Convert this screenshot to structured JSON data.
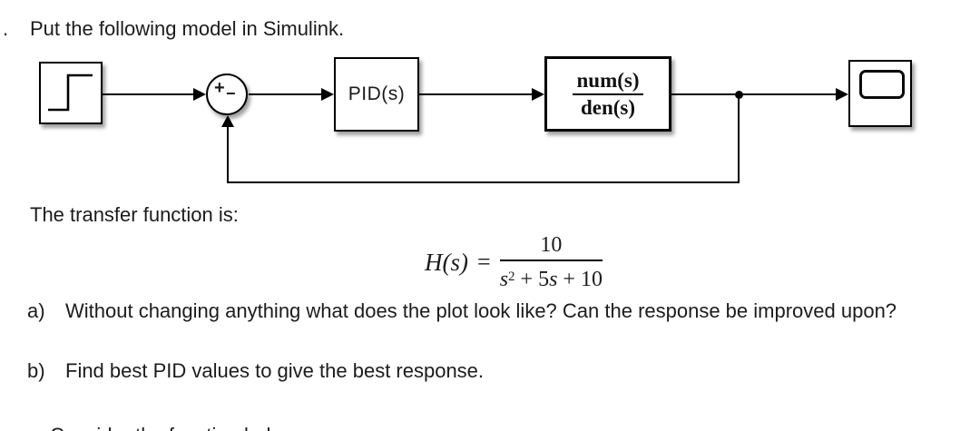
{
  "document": {
    "list_marker": ".",
    "title": "Put the following model in Simulink.",
    "transfer_function_intro": "The transfer function is:",
    "formula": {
      "lhs": "H(s)",
      "equals": "=",
      "numerator": "10",
      "den_var1": "s",
      "den_exponent": "2",
      "den_mid": " + 5",
      "den_var2": "s",
      "den_tail": " + 10"
    },
    "questions": [
      {
        "marker": "a)",
        "text": "Without changing anything what does the plot look like? Can the response be improved upon?"
      },
      {
        "marker": "b)",
        "text": "Find best PID values to give the best response."
      }
    ],
    "next_section_cutoff": "Consider the function below"
  },
  "diagram": {
    "sum_plus": "+",
    "sum_minus": "−",
    "pid_label": "PID(s)",
    "tf_numerator": "num(s)",
    "tf_denominator": "den(s)",
    "line_color": "#000000",
    "block_fill": "#ffffff"
  }
}
